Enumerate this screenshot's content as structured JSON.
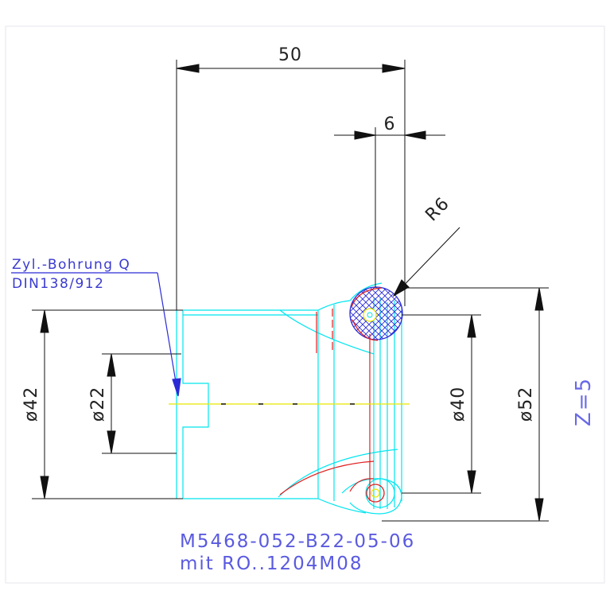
{
  "dimensions": {
    "width_total": "50",
    "offset": "6",
    "radius": "R6",
    "dia_42": "ø42",
    "dia_22": "ø22",
    "dia_40": "ø40",
    "dia_52": "ø52"
  },
  "annotation": {
    "line1": "Zyl.-Bohrung Q",
    "line2": "DIN138/912"
  },
  "part_label": {
    "line1": "M5468-052-B22-05-06",
    "line2": "mit RO..1204M08"
  },
  "teeth": "Z=5",
  "colors": {
    "outline": "#00e5ee",
    "dimension": "#111111",
    "hatch": "#2b2bd6",
    "insert": "#e02020",
    "axis": "#e8e800",
    "label": "#5050d8"
  }
}
